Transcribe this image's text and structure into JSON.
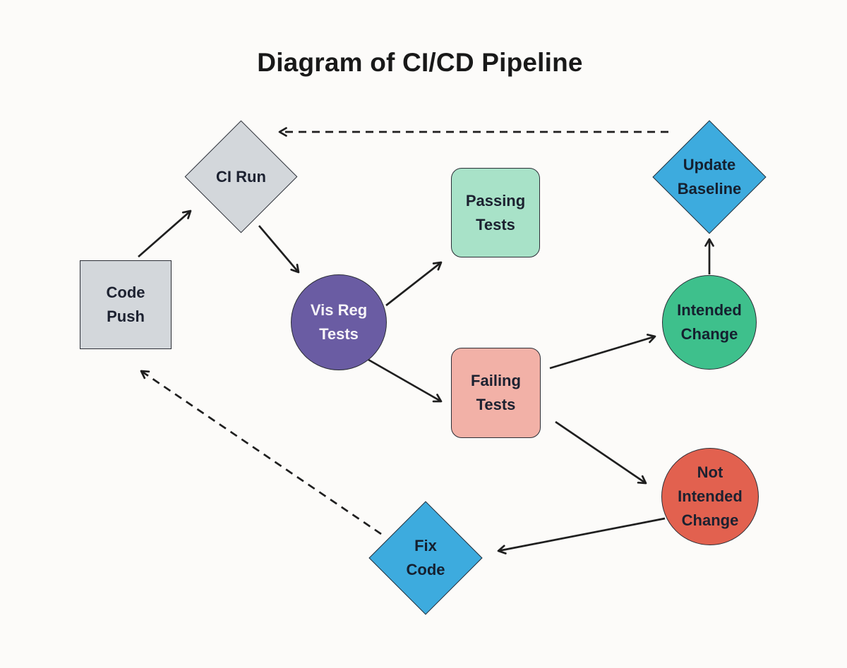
{
  "title": "Diagram of CI/CD Pipeline",
  "colors": {
    "background": "#FCFBF9",
    "arrow": "#1F1F1F",
    "border": "#2B2E36",
    "gray_node": "#D3D7DB",
    "purple_node": "#6A5CA3",
    "mint_node": "#A8E2C8",
    "salmon_node": "#F2B1A7",
    "blue_node": "#3DABDE",
    "green_node": "#3EC08C",
    "red_node": "#E2614F"
  },
  "nodes": {
    "code_push": {
      "shape": "square",
      "lines": [
        "Code",
        "Push"
      ],
      "fill": "#D3D7DB",
      "text_color": "#1C2130"
    },
    "ci_run": {
      "shape": "diamond",
      "lines": [
        "CI Run"
      ],
      "fill": "#D3D7DB",
      "text_color": "#1C2130"
    },
    "vis_reg_tests": {
      "shape": "circle",
      "lines": [
        "Vis Reg",
        "Tests"
      ],
      "fill": "#6A5CA3",
      "text_color": "#F7F4F8"
    },
    "passing_tests": {
      "shape": "rounded",
      "lines": [
        "Passing",
        "Tests"
      ],
      "fill": "#A8E2C8",
      "text_color": "#1C2130"
    },
    "failing_tests": {
      "shape": "rounded",
      "lines": [
        "Failing",
        "Tests"
      ],
      "fill": "#F2B1A7",
      "text_color": "#1C2130"
    },
    "update_baseline": {
      "shape": "diamond",
      "lines": [
        "Update",
        "Baseline"
      ],
      "fill": "#3DABDE",
      "text_color": "#15202F"
    },
    "intended_change": {
      "shape": "circle",
      "lines": [
        "Intended",
        "Change"
      ],
      "fill": "#3EC08C",
      "text_color": "#15202F"
    },
    "not_intended_change": {
      "shape": "circle",
      "lines": [
        "Not",
        "Intended",
        "Change"
      ],
      "fill": "#E2614F",
      "text_color": "#1C2130"
    },
    "fix_code": {
      "shape": "diamond",
      "lines": [
        "Fix",
        "Code"
      ],
      "fill": "#3DABDE",
      "text_color": "#15202F"
    }
  },
  "edges": [
    {
      "from": "Code Push",
      "to": "CI Run",
      "style": "solid"
    },
    {
      "from": "CI Run",
      "to": "Vis Reg Tests",
      "style": "solid"
    },
    {
      "from": "Vis Reg Tests",
      "to": "Passing Tests",
      "style": "solid"
    },
    {
      "from": "Vis Reg Tests",
      "to": "Failing Tests",
      "style": "solid"
    },
    {
      "from": "Failing Tests",
      "to": "Intended Change",
      "style": "solid"
    },
    {
      "from": "Failing Tests",
      "to": "Not Intended Change",
      "style": "solid"
    },
    {
      "from": "Intended Change",
      "to": "Update Baseline",
      "style": "solid"
    },
    {
      "from": "Not Intended Change",
      "to": "Fix Code",
      "style": "solid"
    },
    {
      "from": "Update Baseline",
      "to": "CI Run",
      "style": "dashed"
    },
    {
      "from": "Fix Code",
      "to": "Code Push",
      "style": "dashed"
    }
  ]
}
